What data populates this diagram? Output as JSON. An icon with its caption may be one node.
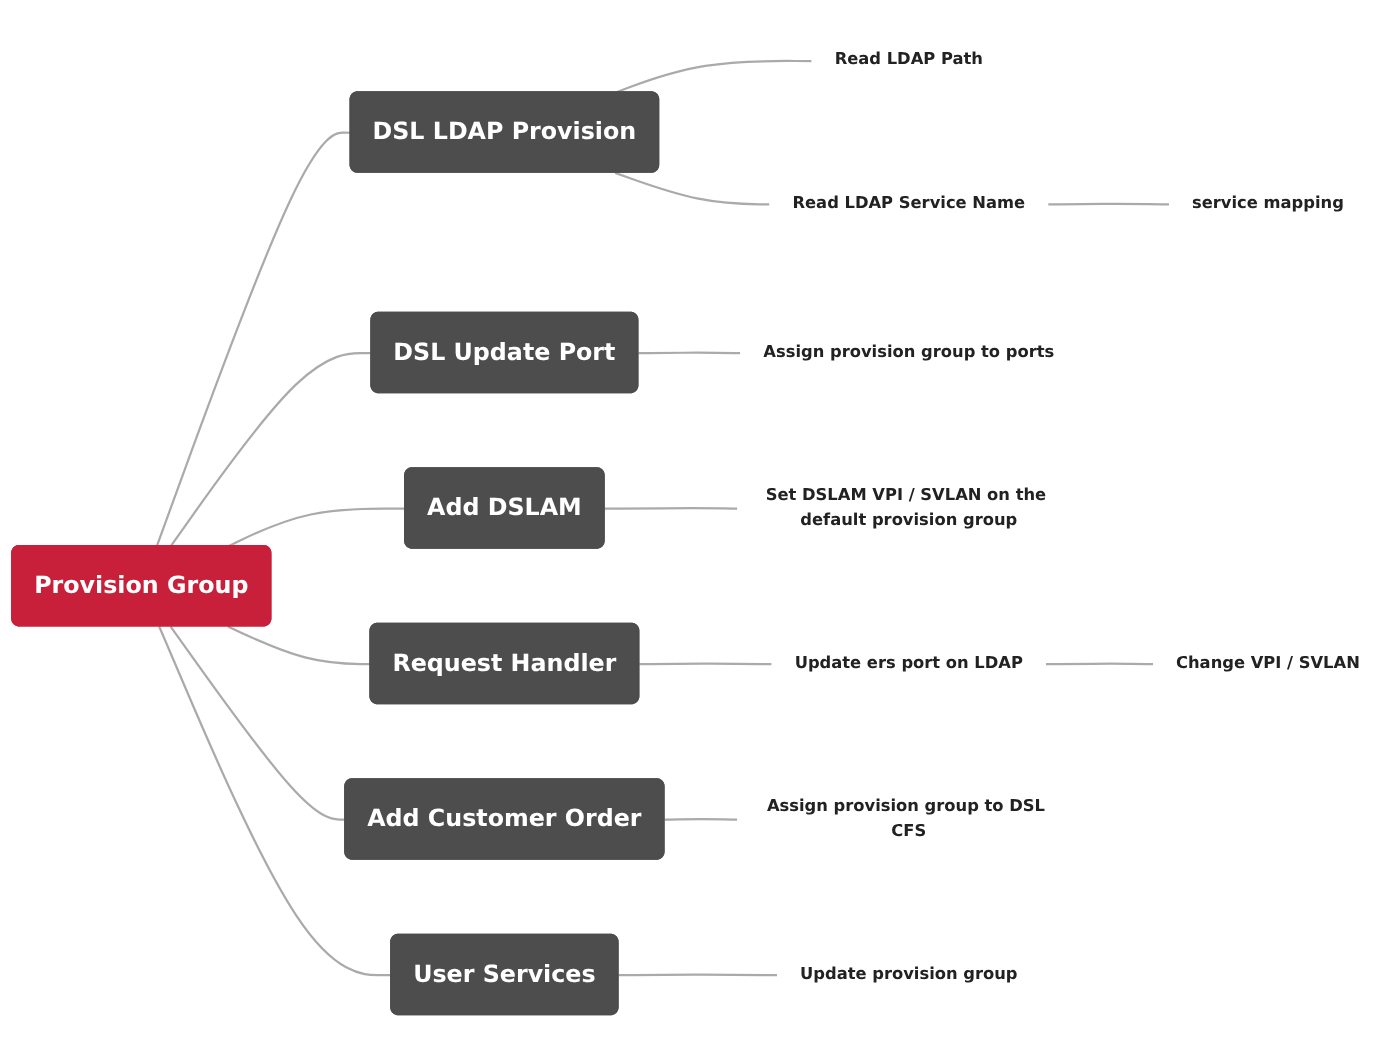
{
  "diagram": {
    "nodes": [
      {
        "text": [
          "Provision Group"
        ]
      },
      {
        "text": [
          "DSL LDAP Provision"
        ]
      },
      {
        "text": [
          "Read LDAP Path"
        ]
      },
      {
        "text": [
          "Read LDAP Service Name"
        ]
      },
      {
        "text": [
          "service mapping"
        ]
      },
      {
        "text": [
          "DSL Update Port"
        ]
      },
      {
        "text": [
          "Assign provision group to ports"
        ]
      },
      {
        "text": [
          "Add DSLAM"
        ]
      },
      {
        "text": [
          "Set DSLAM VPI / SVLAN on the default provision group"
        ]
      },
      {
        "text": [
          "Request Handler"
        ]
      },
      {
        "text": [
          "Update ers port on LDAP"
        ]
      },
      {
        "text": [
          "Change VPI / SVLAN"
        ]
      },
      {
        "text": [
          "Add Customer Order"
        ]
      },
      {
        "text": [
          "Assign provision group to DSL CFS"
        ]
      },
      {
        "text": [
          "User Services"
        ]
      },
      {
        "text": [
          "Update provision group"
        ]
      }
    ],
    "edges": [
      {
        "from": 0,
        "to": 1,
        "arrow": "none"
      },
      {
        "from": 1,
        "to": 2,
        "arrow": "none"
      },
      {
        "from": 1,
        "to": 3,
        "arrow": "none"
      },
      {
        "from": 3,
        "to": 4,
        "arrow": "none"
      },
      {
        "from": 0,
        "to": 5,
        "arrow": "none"
      },
      {
        "from": 5,
        "to": 6,
        "arrow": "none"
      },
      {
        "from": 0,
        "to": 7,
        "arrow": "none"
      },
      {
        "from": 7,
        "to": 8,
        "arrow": "none"
      },
      {
        "from": 0,
        "to": 9,
        "arrow": "none"
      },
      {
        "from": 9,
        "to": 10,
        "arrow": "none"
      },
      {
        "from": 10,
        "to": 11,
        "arrow": "none"
      },
      {
        "from": 0,
        "to": 12,
        "arrow": "none"
      },
      {
        "from": 12,
        "to": 13,
        "arrow": "none"
      },
      {
        "from": 0,
        "to": 14,
        "arrow": "none"
      },
      {
        "from": 14,
        "to": 15,
        "arrow": "none"
      }
    ]
  }
}
